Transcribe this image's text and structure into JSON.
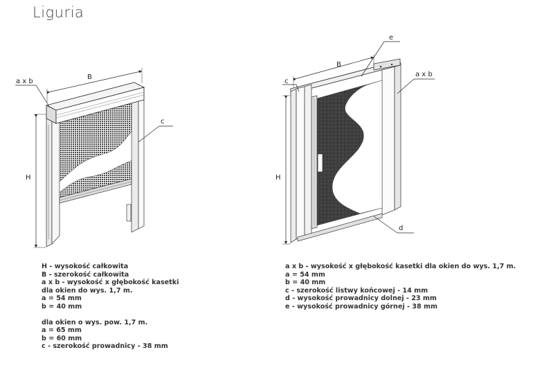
{
  "title": "Liguria",
  "left_figure": {
    "labels": {
      "axb": "a x b",
      "B": "B",
      "H": "H",
      "c": "c"
    },
    "caption": {
      "lines1": [
        "H - wysokość całkowita",
        "B - szerokość całkowita",
        "a x b - wysokość x głębokość kasetki",
        "dla okien do wys. 1,7 m.",
        "a = 54 mm",
        "b = 40 mm"
      ],
      "lines2": [
        "dla okien o wys. pow. 1,7 m.",
        "a = 65 mm",
        "b = 60 mm",
        "c - szerokość prowadnicy - 38 mm"
      ]
    }
  },
  "right_figure": {
    "labels": {
      "e": "e",
      "B": "B",
      "c": "c",
      "axb": "a x b",
      "H": "H",
      "d": "d"
    },
    "caption": {
      "lines": [
        "a x b - wysokość x głębokość kasetki dla okien do wys. 1,7 m.",
        "a = 54 mm",
        "b = 40 mm",
        "c - szerokość listwy końcowej - 14 mm",
        "d - wysokość prowadnicy dolnej - 23 mm",
        "e - wysokość prowadnicy górnej - 38 mm"
      ]
    }
  }
}
